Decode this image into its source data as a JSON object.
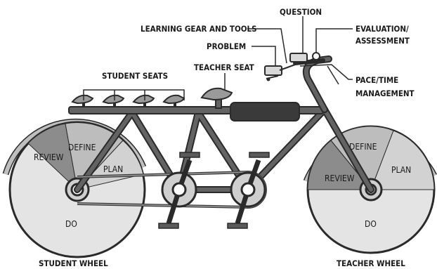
{
  "labels": {
    "question": "QUESTION",
    "learning_gear": "LEARNING GEAR AND TOOLS",
    "problem": "PROBLEM",
    "evaluation_line1": "EVALUATION/",
    "evaluation_line2": "ASSESSMENT",
    "pace_line1": "PACE/TIME",
    "pace_line2": "MANAGEMENT",
    "student_seats": "STUDENT SEATS",
    "teacher_seat": "TEACHER SEAT",
    "student_wheel": "STUDENT WHEEL",
    "teacher_wheel": "TEACHER WHEEL"
  },
  "student_wheel": {
    "review": "REVIEW",
    "define": "DEFINE",
    "plan": "PLAN",
    "do": "DO"
  },
  "teacher_wheel": {
    "define": "DEFINE",
    "plan": "PLAN",
    "review": "REVIEW",
    "do": "DO"
  },
  "colors": {
    "frame": "#636363",
    "outline": "#2a2a2a",
    "do_segment": "#e4e4e4",
    "plan_segment": "#d2d2d2",
    "define_segment": "#bdbdbd",
    "review_segment": "#8c8c8c",
    "fender": "#bfbfbf"
  }
}
